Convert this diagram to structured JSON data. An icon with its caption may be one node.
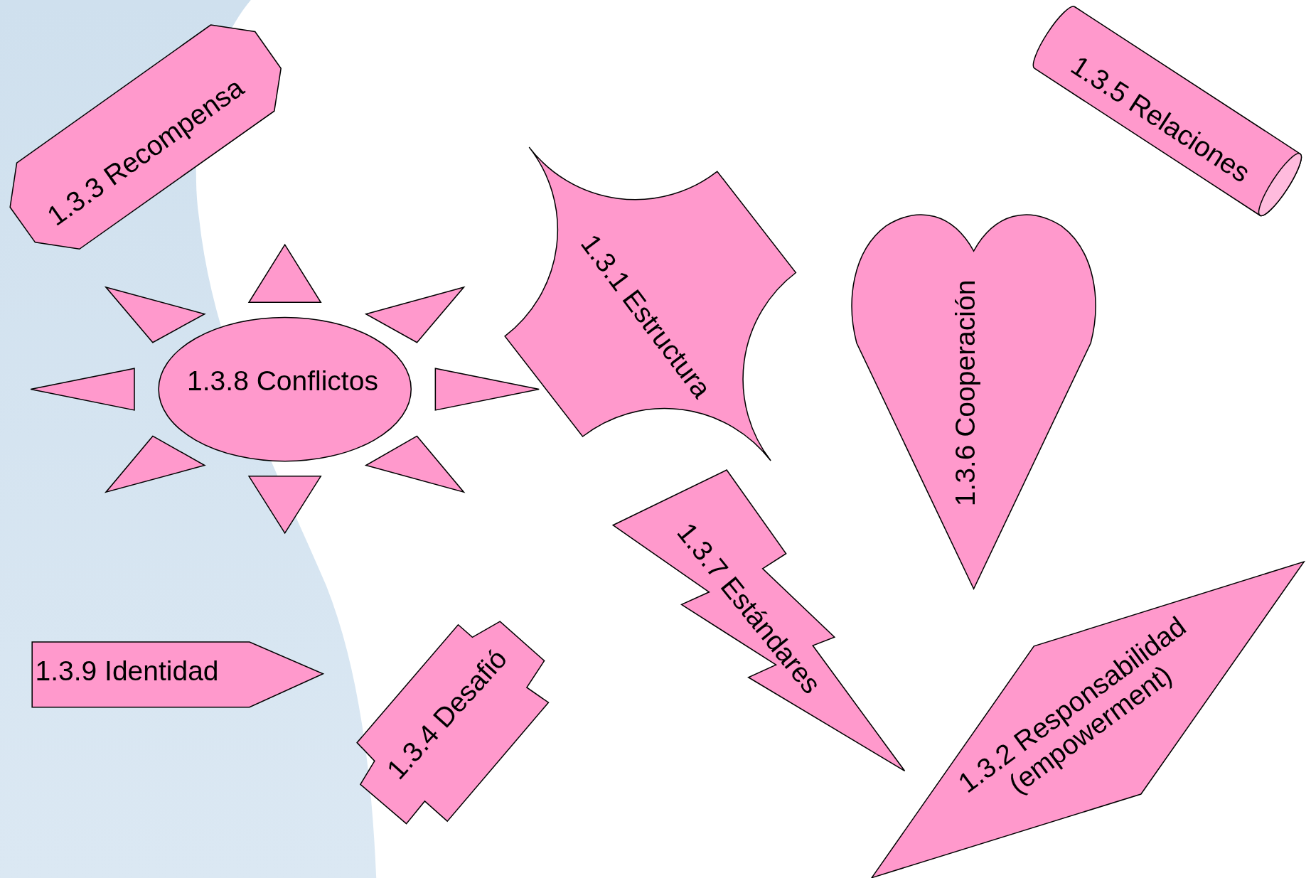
{
  "diagram": {
    "nodes": [
      {
        "text": [
          "1.3.3 Recompensa"
        ]
      },
      {
        "text": [
          "1.3.5 Relaciones"
        ]
      },
      {
        "text": [
          "1.3.8 Conflictos"
        ]
      },
      {
        "text": [
          "1.3.1 Estructura"
        ]
      },
      {
        "text": [
          "1.3.6 Cooperación"
        ]
      },
      {
        "text": [
          "1.3.7 Estándares"
        ]
      },
      {
        "text": [
          "1.3.9 Identidad"
        ]
      },
      {
        "text": [
          "1.3.4 Desafió"
        ]
      },
      {
        "text": [
          "1.3.2 Responsabilidad (empowerment)"
        ]
      }
    ]
  }
}
